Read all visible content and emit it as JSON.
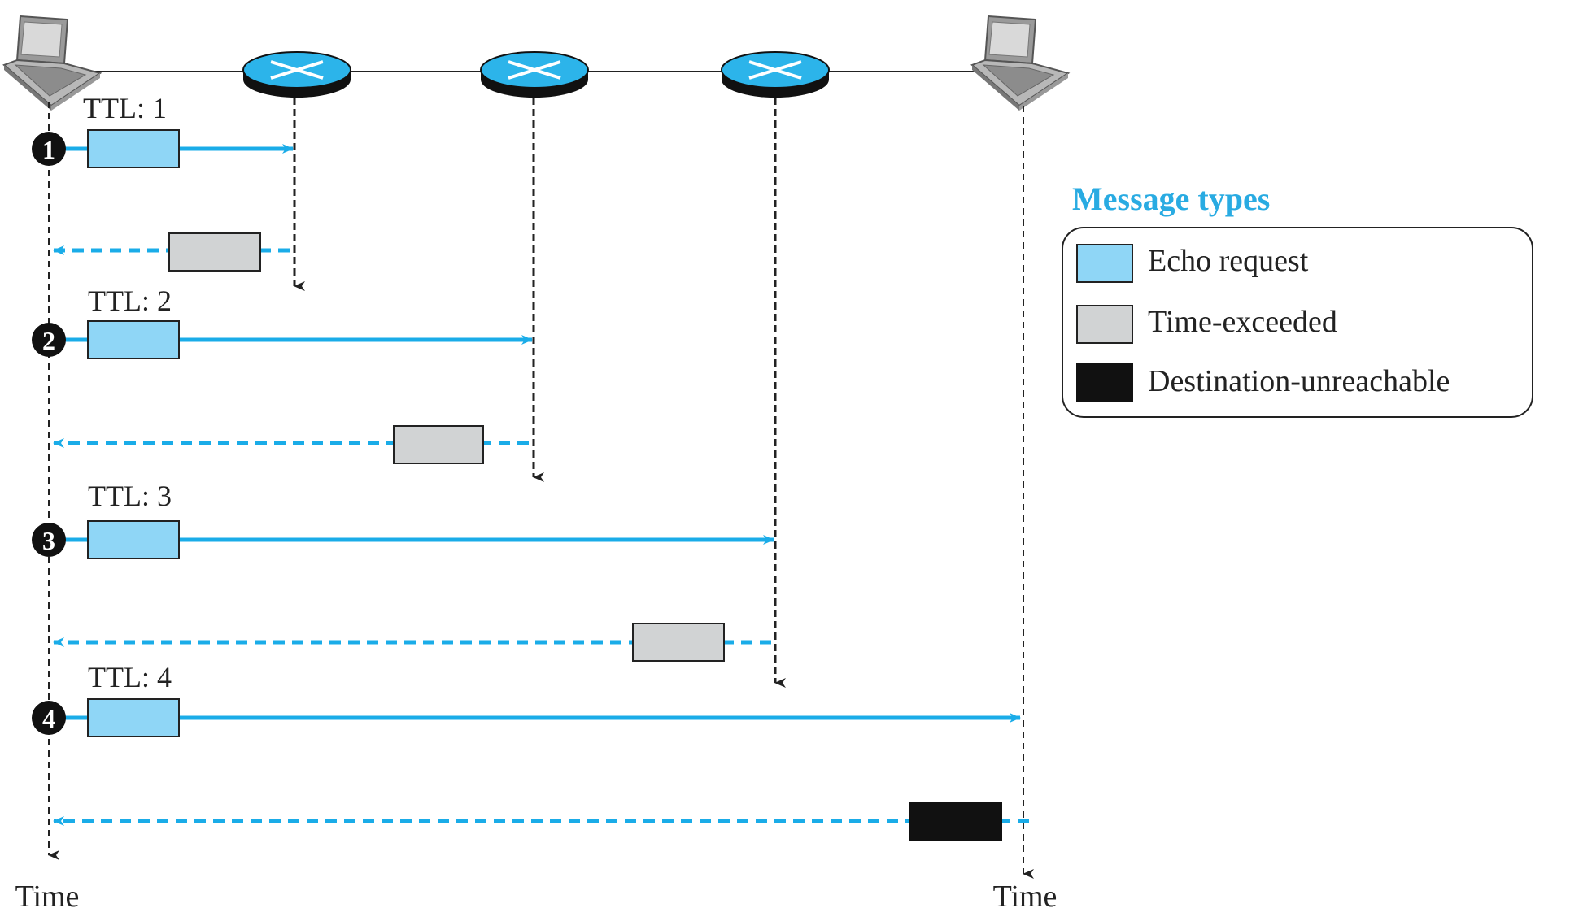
{
  "colors": {
    "blue": "#1aace8",
    "echo_fill": "#8fd6f6",
    "time_exceeded_fill": "#d1d3d4",
    "unreachable_fill": "#111111",
    "router_fill": "#2cb4ea",
    "router_dark": "#111111",
    "timeline": "#222222",
    "legend_title": "#29abe2"
  },
  "devices": {
    "source_icon": "laptop-icon",
    "destination_icon": "laptop-icon",
    "router_icon": "router-icon"
  },
  "exchanges": [
    {
      "step": "1",
      "ttl_label": "TTL: 1",
      "request": "Echo request",
      "reply": "Time-exceeded",
      "reaches": "router-1"
    },
    {
      "step": "2",
      "ttl_label": "TTL: 2",
      "request": "Echo request",
      "reply": "Time-exceeded",
      "reaches": "router-2"
    },
    {
      "step": "3",
      "ttl_label": "TTL: 3",
      "request": "Echo request",
      "reply": "Time-exceeded",
      "reaches": "router-3"
    },
    {
      "step": "4",
      "ttl_label": "TTL: 4",
      "request": "Echo request",
      "reply": "Destination-unreachable",
      "reaches": "destination"
    }
  ],
  "axis": {
    "source_label": "Time",
    "destination_label": "Time"
  },
  "legend": {
    "title": "Message types",
    "items": [
      {
        "label": "Echo request",
        "fill": "#8fd6f6"
      },
      {
        "label": "Time-exceeded",
        "fill": "#d1d3d4"
      },
      {
        "label": "Destination-unreachable",
        "fill": "#111111"
      }
    ]
  }
}
